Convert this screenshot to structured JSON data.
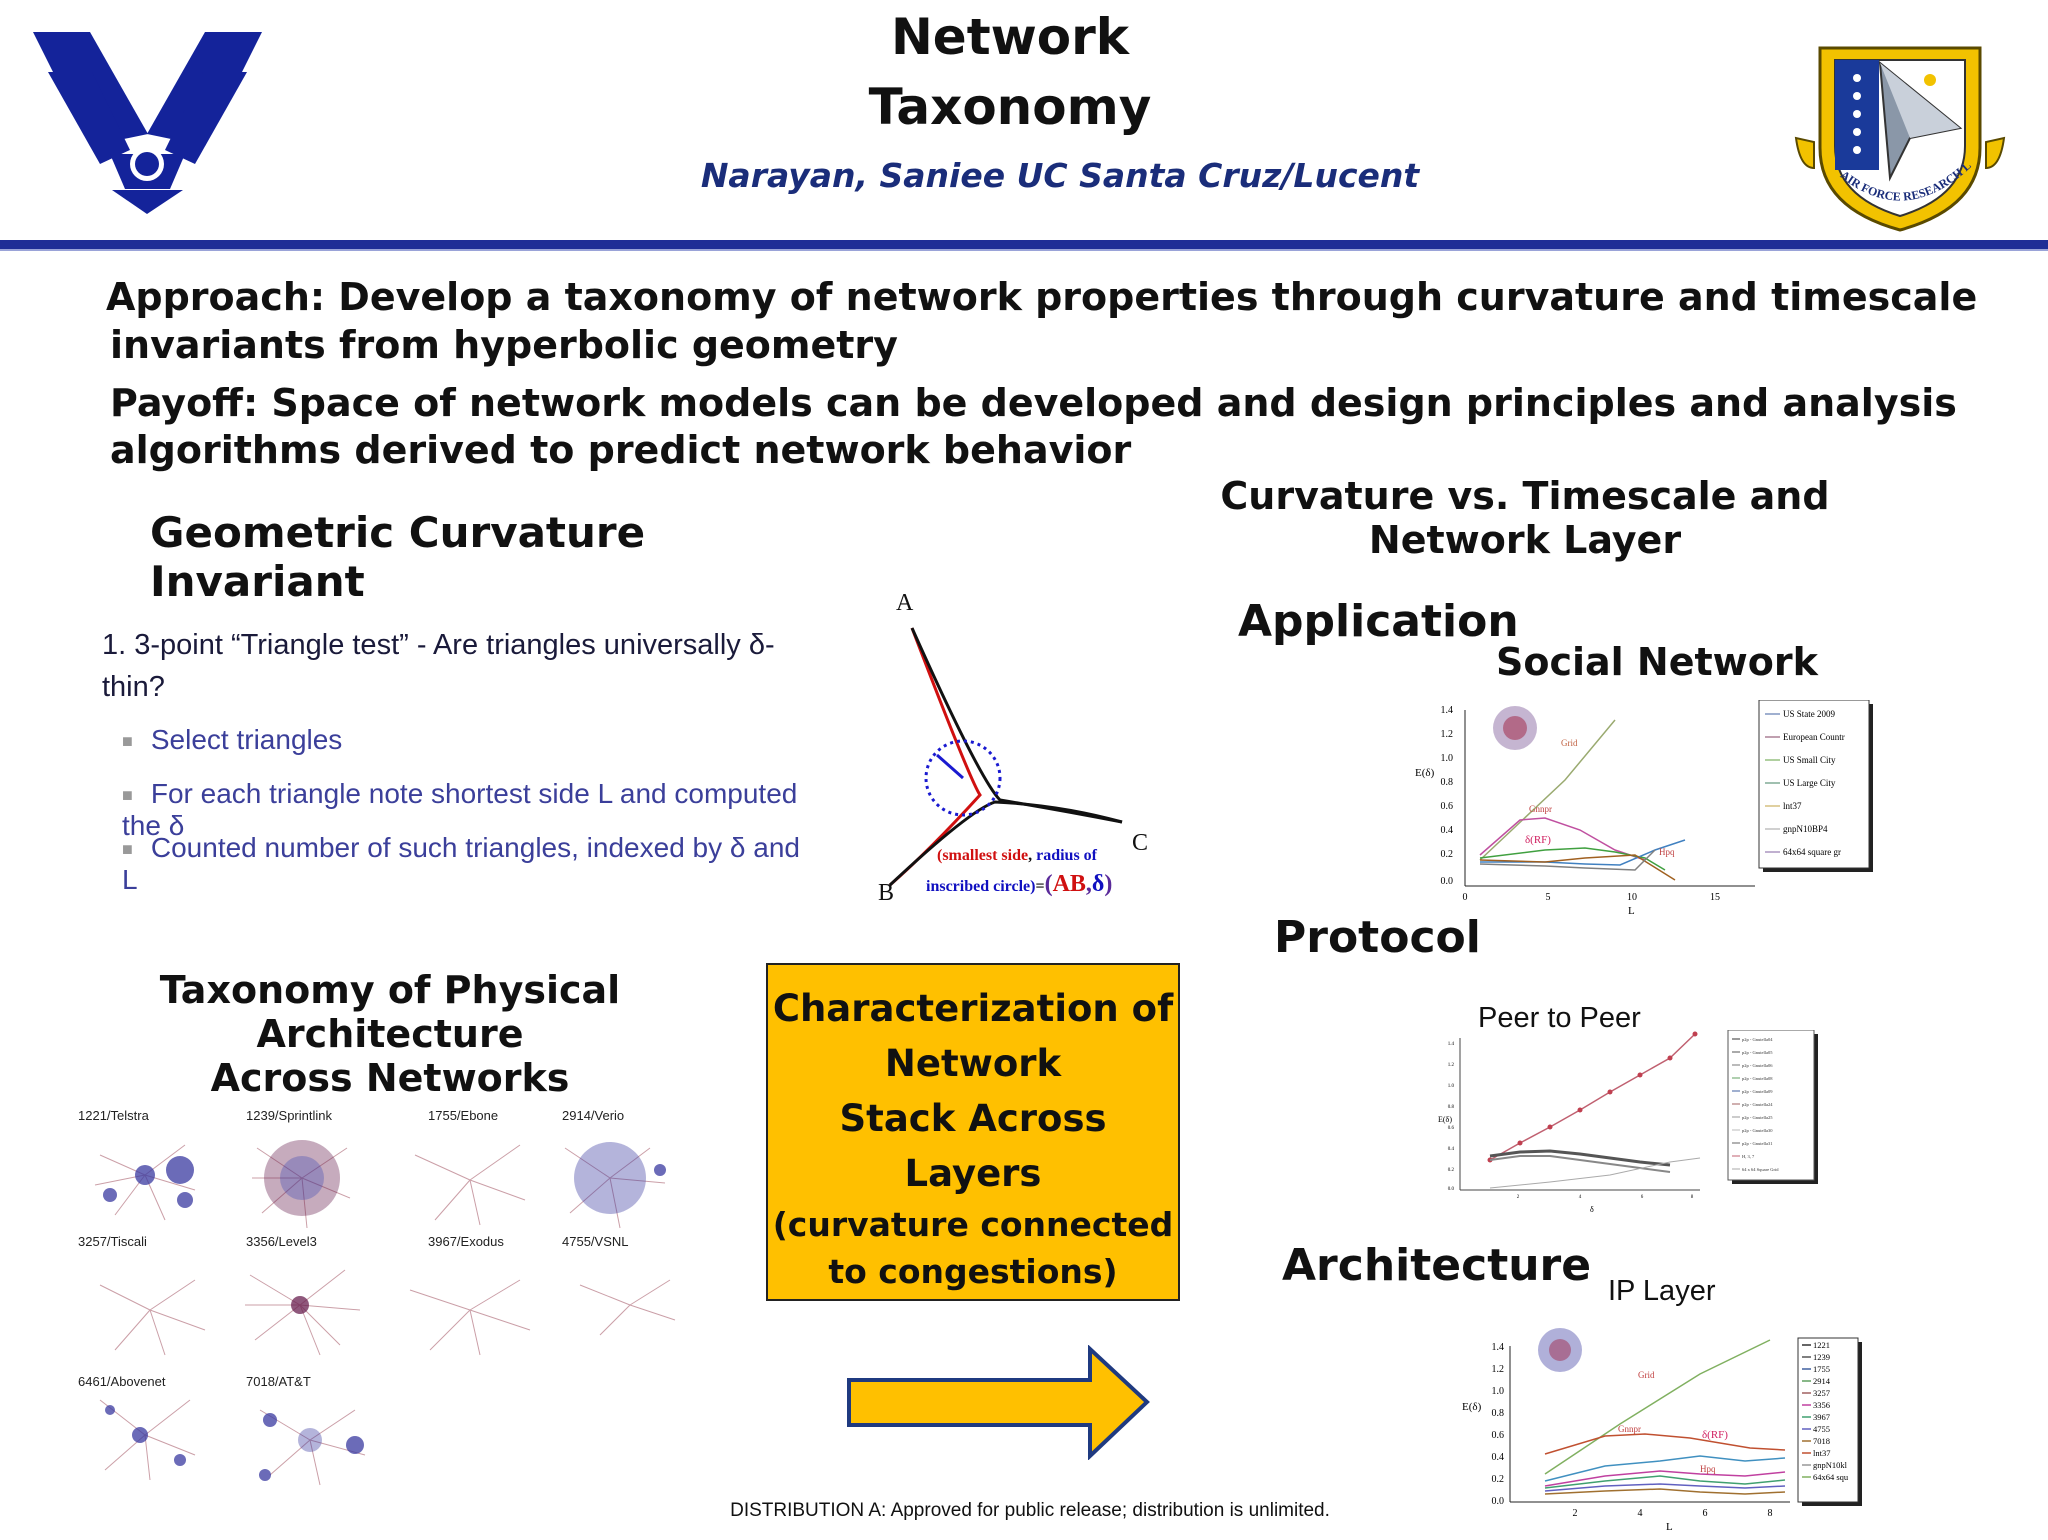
{
  "header": {
    "title_line1": "Network",
    "title_line2": "Taxonomy",
    "authors": "Narayan, Saniee  UC Santa Cruz/Lucent",
    "left_logo": "air-force-wings-logo",
    "right_logo": "air-force-research-laboratory-shield",
    "shield_text": "AIR FORCE RESEARCH LABORATORY"
  },
  "approach": {
    "line1": "Approach: Develop a taxonomy of network properties through curvature and timescale",
    "line2": "invariants from hyperbolic geometry"
  },
  "payoff": {
    "line1": "Payoff: Space of network models can be developed and design principles and analysis",
    "line2": "algorithms derived to predict network behavior"
  },
  "curvature": {
    "heading": "Geometric Curvature Invariant",
    "question_line1": "1. 3-point “Triangle test” - Are triangles universally δ-",
    "question_line2": "thin?",
    "items": [
      "Select triangles",
      "For each triangle note shortest side L and computed the δ",
      "Counted number of such triangles, indexed by δ and L"
    ]
  },
  "triangle_figure": {
    "vertex_a": "A",
    "vertex_b": "B",
    "vertex_c": "C",
    "caption_red": "(smallest side",
    "caption_sep": ", ",
    "caption_blue": "radius of",
    "caption_line2_blue": "inscribed circle)",
    "caption_eq": "=",
    "caption_open": "(",
    "caption_ab": "AB",
    "caption_comma": ",",
    "caption_delta": "δ",
    "caption_close": ")"
  },
  "taxonomy": {
    "heading_line1": "Taxonomy of Physical Architecture",
    "heading_line2": "Across Networks",
    "networks": [
      "1221/Telstra",
      "1239/Sprintlink",
      "1755/Ebone",
      "2914/Verio",
      "3257/Tiscali",
      "3356/Level3",
      "3967/Exodus",
      "4755/VSNL",
      "6461/Abovenet",
      "7018/AT&T"
    ]
  },
  "characterization": {
    "line1": "Characterization of",
    "line2": "Network",
    "line3": "Stack Across",
    "line4": "Layers",
    "line5": "(curvature connected",
    "line6": "to congestions)"
  },
  "right_panel": {
    "heading_line1": "Curvature vs. Timescale and",
    "heading_line2": "Network Layer",
    "application": "Application",
    "social_network": "Social Network",
    "protocol": "Protocol",
    "peer_to_peer": "Peer to Peer",
    "architecture": "Architecture",
    "ip_layer": "IP Layer"
  },
  "social_chart": {
    "ylabel": "E(δ)",
    "xlabel": "L",
    "yticks": [
      "1.4",
      "1.2",
      "1.0",
      "0.8",
      "0.6",
      "0.4",
      "0.2",
      "0.0"
    ],
    "xticks": [
      "0",
      "5",
      "10",
      "15"
    ],
    "annotations": [
      "Grid",
      "Gnnpr",
      "δ(RF)",
      "Hpq"
    ],
    "legend": [
      "US State 2009",
      "European Countr",
      "US Small City",
      "US Large City",
      "lnt37",
      "gnpN10BP4",
      "64x64 square gr"
    ]
  },
  "p2p_chart": {
    "ylabel": "E(δ)",
    "xlabel": "δ",
    "yticks": [
      "1.4",
      "1.2",
      "1.0",
      "0.8",
      "0.6",
      "0.4",
      "0.2",
      "0.0"
    ],
    "xticks": [
      "2",
      "4",
      "6",
      "8"
    ],
    "legend": [
      "p2p - Gnutella04",
      "p2p - Gnutella05",
      "p2p - Gnutella06",
      "p2p - Gnutella08",
      "p2p - Gnutella09",
      "p2p - Gnutella24",
      "p2p - Gnutella25",
      "p2p - Gnutella30",
      "p2p - Gnutella31",
      "H, 3, 7",
      "64 x 64 Square Grid"
    ]
  },
  "ip_chart": {
    "ylabel": "E(δ)",
    "xlabel": "L",
    "yticks": [
      "1.4",
      "1.2",
      "1.0",
      "0.8",
      "0.6",
      "0.4",
      "0.2",
      "0.0"
    ],
    "xticks": [
      "2",
      "4",
      "6",
      "8"
    ],
    "annotations": [
      "Grid",
      "Gnnpr",
      "δ(RF)",
      "Hpq"
    ],
    "legend": [
      "1221",
      "1239",
      "1755",
      "2914",
      "3257",
      "3356",
      "3967",
      "4755",
      "7018",
      "lnt37",
      "gnpN10kl",
      "64x64 squ"
    ]
  },
  "footer": {
    "distribution": "DISTRIBUTION A:  Approved for public release; distribution is unlimited."
  },
  "colors": {
    "accent_blue": "#1f2d96",
    "author_blue": "#1a2d7a",
    "box_yellow": "#ffc000",
    "triangle_red": "#d01010",
    "triangle_blue": "#1010c0"
  }
}
